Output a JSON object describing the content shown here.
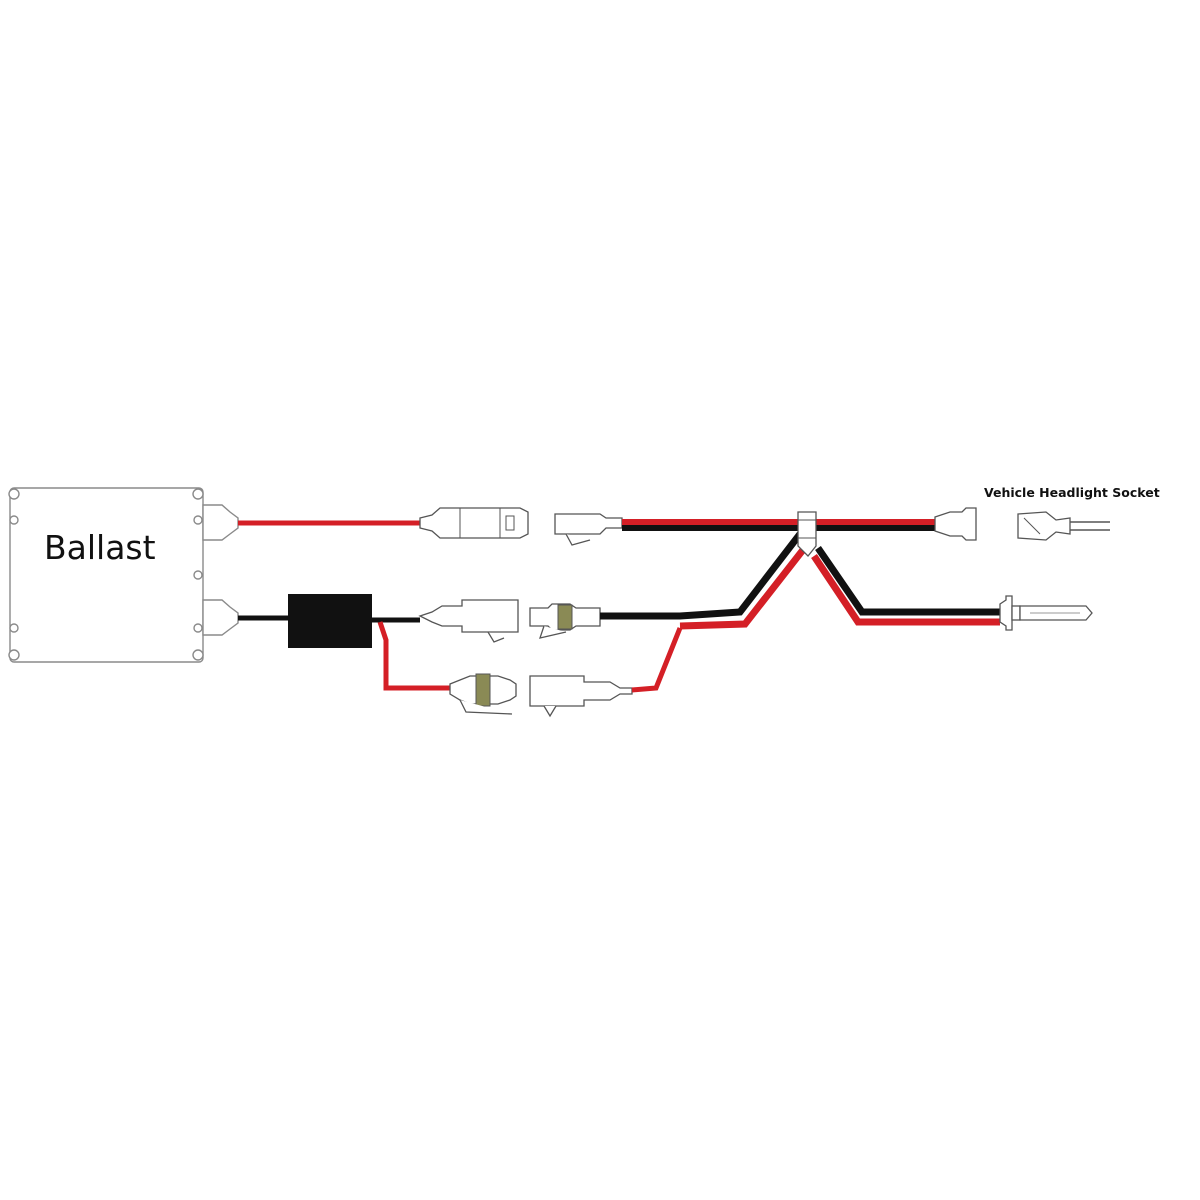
{
  "labels": {
    "ballast": "Ballast",
    "socket": "Vehicle Headlight Socket"
  },
  "colors": {
    "wire_red": "#d41f26",
    "wire_black": "#111111",
    "ballast_outline": "#8a8a8a",
    "igniter_fill": "#111111",
    "terminal_fill": "#8a8a55"
  },
  "icons": {
    "ballast": "ballast-box",
    "igniter": "igniter-block",
    "bulb": "hid-bulb-icon",
    "socket": "headlight-socket-icon"
  }
}
